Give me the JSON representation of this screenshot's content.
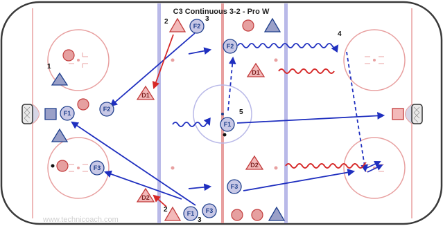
{
  "title": "C3 Continuous 3-2 - Pro W",
  "watermark": "www.technicoach.com",
  "colors": {
    "board": "#3a3a3a",
    "red_line": "#e8a0a0",
    "blue_line": "#b9b9e8",
    "crease": "#d6d6e6",
    "player_fill": "#c8c8e6",
    "player_stroke": "#1f3f8c",
    "defender_fill": "#f3b9b9",
    "defender_stroke": "#c23b3b",
    "arrow_blue": "#1f2fbf",
    "arrow_red": "#d62828",
    "cone_fill": "#9aa0c8",
    "puck_fill": "#e6a0a0"
  },
  "players": {
    "f2_top": "F2",
    "f2_mid": "F2",
    "f2_right": "F2",
    "f1_goal": "F1",
    "f1_center": "F1",
    "f1_bottom": "F1",
    "f3_left": "F3",
    "f3_mid": "F3",
    "f3_bottom": "F3"
  },
  "defenders": {
    "d1_left": "D1",
    "d1_right": "D1",
    "d2_center": "D2",
    "d2_left": "D2"
  },
  "numbers": {
    "n1": "1",
    "n2_top": "2",
    "n3_top": "3",
    "n4": "4",
    "n5": "5",
    "n2_bottom": "2",
    "n3_bottom": "3"
  }
}
